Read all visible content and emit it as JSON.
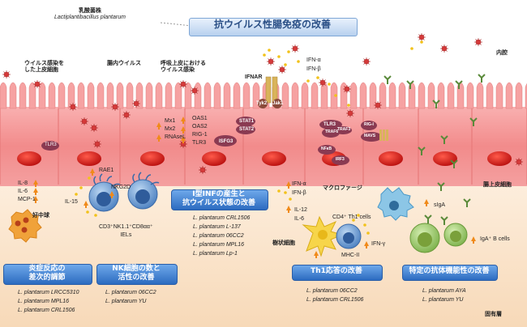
{
  "probiotic": {
    "label": "乳酸菌株",
    "species": "Lactiplantibacillus plantarum"
  },
  "title": "抗ウイルス性腸免疫の改善",
  "regions": {
    "lumen": "内腔",
    "epithelium": "腸上皮細胞",
    "lamina_propria": "固有層"
  },
  "top_labels": {
    "infected": "ウイルス感染を\nした上皮細胞",
    "gut_virus": "腸内ウイルス",
    "respiratory": "呼吸上皮における\nウイルス感染"
  },
  "cells": {
    "neutrophil": "好中球",
    "iel": "CD3⁺NK1.1⁺CD8αα⁺\nIELs",
    "dendritic": "樹状細胞",
    "macrophage": "マクロファージ",
    "th1": "CD4⁺ Th1 cells",
    "bcell": "IgA⁺ B cells"
  },
  "molecules": {
    "tlr3_left": "TLR3",
    "cytokines_left": "IL-8\nIL-6\nMCP-1",
    "il15": "IL-15",
    "rae1": "RAE1",
    "nkg2d": "NKG2D",
    "mx_group": "Mx1\nMx2\nRNAseL",
    "oas_group": "OAS1\nOAS2\nRIG-1\nTLR3",
    "isfg3": "ISFG3",
    "stat1": "STAT1",
    "stat2": "STAT2",
    "tyk2": "Tyk2",
    "jak1": "Jak1",
    "ifnar": "IFNAR",
    "ifn_top": "IFN-α\nIFN-β",
    "tlr3_right": "TLR3",
    "traf6": "TRAF6",
    "traf3": "TRAF3",
    "nfkb": "NFκB",
    "irf3": "IRF3",
    "rigi": "RIG-I",
    "mavs": "MAVS",
    "ifn_mid": "IFN-α\nIFN-β",
    "il12": "IL-12\nIL-6",
    "mhc": "MHC-II",
    "ifng": "IFN-γ",
    "siga": "sIgA"
  },
  "panels": [
    {
      "heading": "炎症反応の\n差次的調節",
      "strains": [
        "L. plantarum LRCC5310",
        "L. plantarum MPL16",
        "L. plantarum CRL1506"
      ]
    },
    {
      "heading": "NK細胞の数と\n活性の改善",
      "strains": [
        "L. plantarum 06CC2",
        "L. plantarum YU"
      ]
    },
    {
      "heading": "Ⅰ型INFの産生と\n抗ウイルス状態の改善",
      "strains": [
        "L. plantarum CRL1506",
        "L. plantarum L-137",
        "L. plantarum 06CC2",
        "L. plantarum MPL16",
        "L. plantarum Lp-1"
      ]
    },
    {
      "heading": "Th1応答の改善",
      "strains": [
        "L. plantarum 06CC2",
        "L. plantarum CRL1506"
      ]
    },
    {
      "heading": "特定の抗体機能性の改善",
      "strains": [
        "L. plantarum AYA",
        "L. plantarum YU"
      ]
    }
  ],
  "colors": {
    "epithelium": "#f08a8a",
    "nucleus": "#d81f1f",
    "box": "#3a7bd5",
    "lamina": "#fbe6d0"
  }
}
